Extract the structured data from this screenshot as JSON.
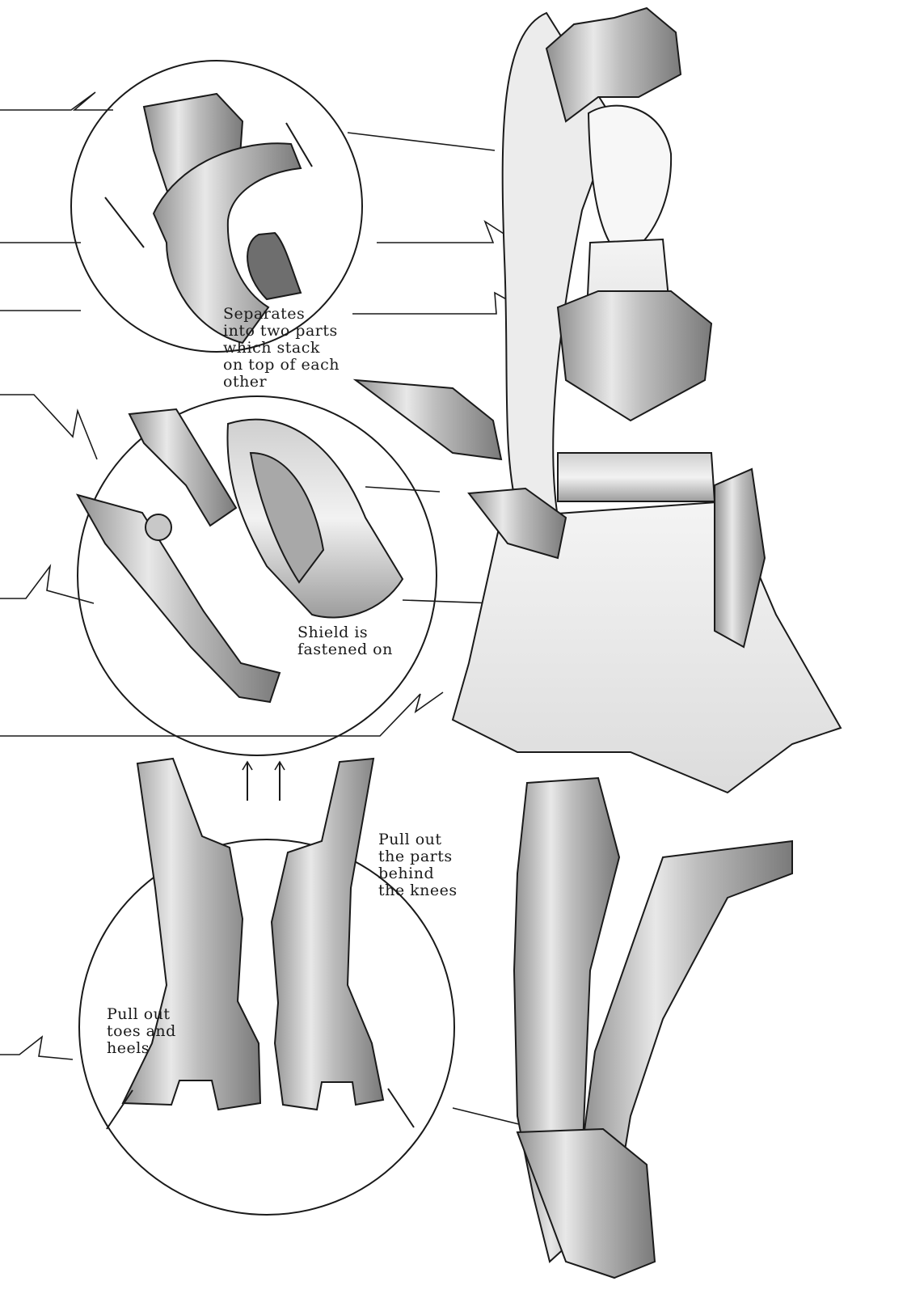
{
  "callouts": {
    "separates": [
      "Separates",
      "into two parts",
      "which stack",
      "on top of each",
      "other"
    ],
    "shield": [
      "Shield is",
      "fastened on"
    ],
    "knees": [
      "Pull out",
      "the parts",
      "behind",
      "the knees"
    ],
    "toes": [
      "Pull out",
      "toes and",
      "heels"
    ]
  },
  "colors": {
    "ink": "#1a1a1a",
    "armor_fill": "#d9d9d9",
    "armor_shade": "#9a9a9a",
    "paper": "#ffffff"
  }
}
